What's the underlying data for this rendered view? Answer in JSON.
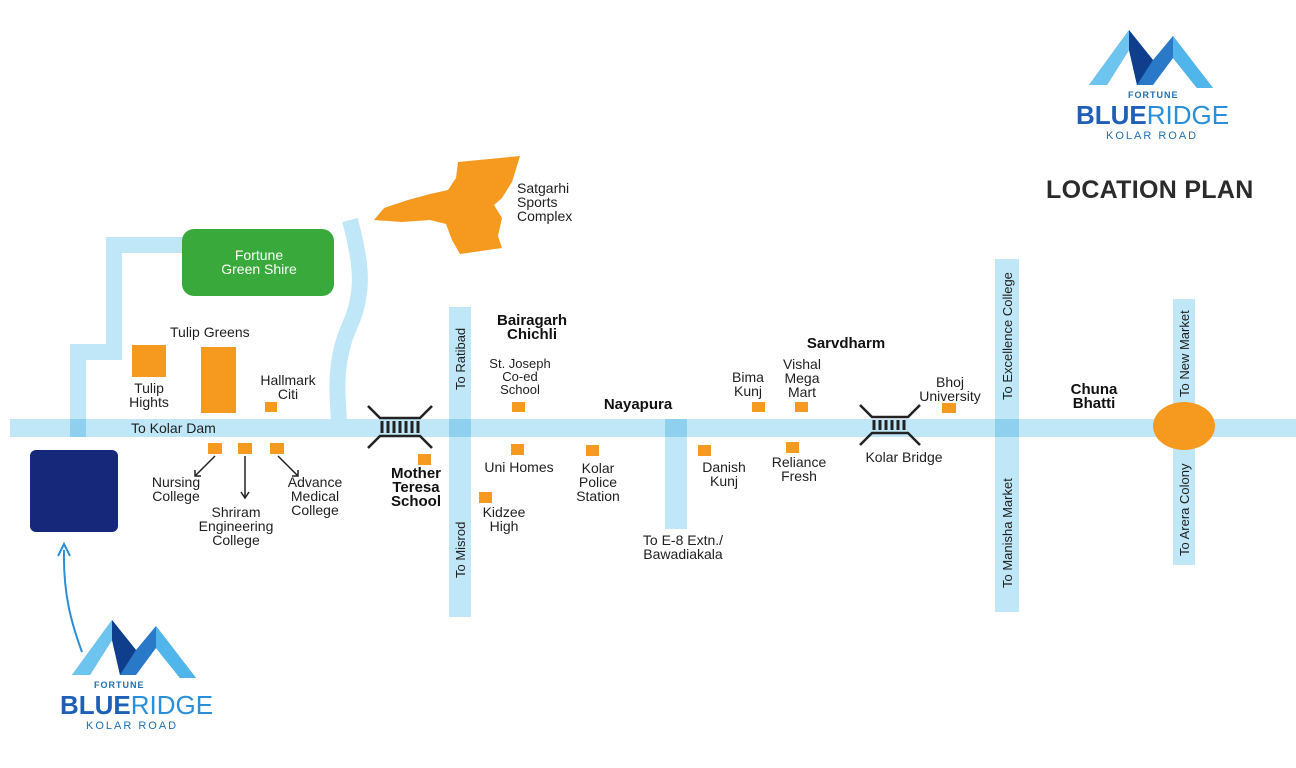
{
  "title": "LOCATION PLAN",
  "logo": {
    "top": "FORTUNE",
    "brand_blue": "BLUE",
    "brand_ridge": "RIDGE",
    "sub": "KOLAR ROAD"
  },
  "places": {
    "fortune_green_shire": "Fortune\nGreen Shire",
    "satgarhi": "Satgarhi\nSports\nComplex",
    "tulip_greens": "Tulip Greens",
    "tulip_hights": "Tulip\nHights",
    "hallmark_citi": "Hallmark\nCiti",
    "to_kolar_dam": "To Kolar Dam",
    "nursing_college": "Nursing\nCollege",
    "shriram_college": "Shriram\nEngineering\nCollege",
    "advance_medical": "Advance\nMedical\nCollege",
    "mother_teresa": "Mother\nTeresa\nSchool",
    "bairagarh_chichli": "Bairagarh\nChichli",
    "st_joseph": "St. Joseph\nCo-ed\nSchool",
    "uni_homes": "Uni Homes",
    "kidzee_high": "Kidzee\nHigh",
    "kolar_police": "Kolar\nPolice\nStation",
    "nayapura": "Nayapura",
    "to_e8": "To E-8 Extn./\nBawadiakala",
    "danish_kunj": "Danish\nKunj",
    "bima_kunj": "Bima\nKunj",
    "sarvdharm": "Sarvdharm",
    "vishal_mega_mart": "Vishal\nMega\nMart",
    "reliance_fresh": "Reliance\nFresh",
    "kolar_bridge": "Kolar Bridge",
    "bhoj_university": "Bhoj\nUniversity",
    "chuna_bhatti": "Chuna\nBhatti"
  },
  "roads": {
    "to_ratibad": "To Ratibad",
    "to_misrod": "To Misrod",
    "to_excellence_college": "To Excellence College",
    "to_manisha_market": "To Manisha Market",
    "to_new_market": "To New Market",
    "to_arera_colony": "To Arera Colony"
  },
  "colors": {
    "road": "#bfe7f7",
    "road_junction": "#8fd0ee",
    "marker": "#f59a1e",
    "green_area": "#3aa93c",
    "project": "#15287a",
    "logo_blue": "#1f7bc1",
    "arrow": "#2c8fd6"
  }
}
